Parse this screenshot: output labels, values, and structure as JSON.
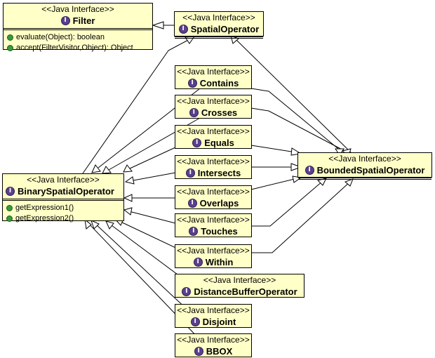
{
  "stereotype": "<<Java Interface>>",
  "interface_icon_letter": "I",
  "colors": {
    "box_fill": "#ffffc8",
    "icon": "#5b3f8f",
    "operation_dot": "#3a9a3a"
  },
  "classes": {
    "filter": {
      "name": "Filter",
      "operations": [
        "evaluate(Object): boolean",
        "accept(FilterVisitor,Object): Object"
      ]
    },
    "spatial_operator": {
      "name": "SpatialOperator"
    },
    "binary_spatial_operator": {
      "name": "BinarySpatialOperator",
      "operations": [
        "getExpression1()",
        "getExpression2()"
      ]
    },
    "bounded_spatial_operator": {
      "name": "BoundedSpatialOperator"
    },
    "contains": {
      "name": "Contains"
    },
    "crosses": {
      "name": "Crosses"
    },
    "equals": {
      "name": "Equals"
    },
    "intersects": {
      "name": "Intersects"
    },
    "overlaps": {
      "name": "Overlaps"
    },
    "touches": {
      "name": "Touches"
    },
    "within": {
      "name": "Within"
    },
    "distance_buffer_operator": {
      "name": "DistanceBufferOperator"
    },
    "disjoint": {
      "name": "Disjoint"
    },
    "bbox": {
      "name": "BBOX"
    }
  },
  "relations": [
    {
      "from": "SpatialOperator",
      "to": "Filter",
      "type": "extends"
    },
    {
      "from": "BinarySpatialOperator",
      "to": "SpatialOperator",
      "type": "extends"
    },
    {
      "from": "BoundedSpatialOperator",
      "to": "SpatialOperator",
      "type": "extends"
    },
    {
      "from": "Contains",
      "to": "BinarySpatialOperator",
      "type": "extends"
    },
    {
      "from": "Crosses",
      "to": "BinarySpatialOperator",
      "type": "extends"
    },
    {
      "from": "Equals",
      "to": "BinarySpatialOperator",
      "type": "extends"
    },
    {
      "from": "Intersects",
      "to": "BinarySpatialOperator",
      "type": "extends"
    },
    {
      "from": "Overlaps",
      "to": "BinarySpatialOperator",
      "type": "extends"
    },
    {
      "from": "Touches",
      "to": "BinarySpatialOperator",
      "type": "extends"
    },
    {
      "from": "Within",
      "to": "BinarySpatialOperator",
      "type": "extends"
    },
    {
      "from": "DistanceBufferOperator",
      "to": "BinarySpatialOperator",
      "type": "extends"
    },
    {
      "from": "Disjoint",
      "to": "BinarySpatialOperator",
      "type": "extends"
    },
    {
      "from": "BBOX",
      "to": "BinarySpatialOperator",
      "type": "extends"
    },
    {
      "from": "Contains",
      "to": "BoundedSpatialOperator",
      "type": "extends"
    },
    {
      "from": "Crosses",
      "to": "BoundedSpatialOperator",
      "type": "extends"
    },
    {
      "from": "Equals",
      "to": "BoundedSpatialOperator",
      "type": "extends"
    },
    {
      "from": "Intersects",
      "to": "BoundedSpatialOperator",
      "type": "extends"
    },
    {
      "from": "Overlaps",
      "to": "BoundedSpatialOperator",
      "type": "extends"
    },
    {
      "from": "Touches",
      "to": "BoundedSpatialOperator",
      "type": "extends"
    },
    {
      "from": "Within",
      "to": "BoundedSpatialOperator",
      "type": "extends"
    }
  ]
}
